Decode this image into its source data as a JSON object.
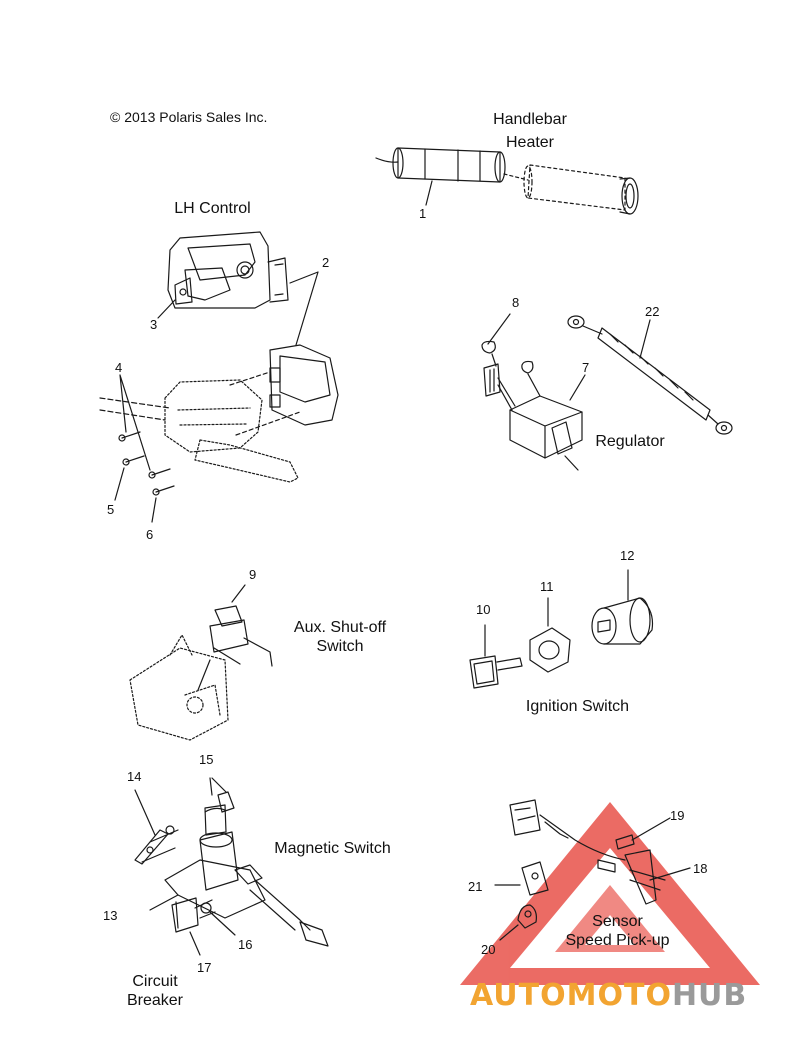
{
  "copyright": "© 2013 Polaris Sales Inc.",
  "section_titles": {
    "handlebar_heater": [
      "Handlebar",
      "Heater"
    ],
    "lh_control": "LH Control",
    "regulator": "Regulator",
    "aux_shutoff": [
      "Aux. Shut-off",
      "Switch"
    ],
    "ignition_switch": "Ignition Switch",
    "magnetic_switch": "Magnetic Switch",
    "circuit_breaker": [
      "Circuit",
      "Breaker"
    ],
    "sensor": [
      "Sensor",
      "Speed Pick-up"
    ]
  },
  "callouts": [
    "1",
    "2",
    "3",
    "4",
    "5",
    "6",
    "7",
    "8",
    "9",
    "10",
    "11",
    "12",
    "13",
    "14",
    "15",
    "16",
    "17",
    "18",
    "19",
    "20",
    "21",
    "22"
  ],
  "watermark": {
    "part1": "AUTOMOTO",
    "part2": "HUB",
    "color1": "#f2a431",
    "color2": "#9a9a9a",
    "triangle_color": "#e8524a"
  }
}
